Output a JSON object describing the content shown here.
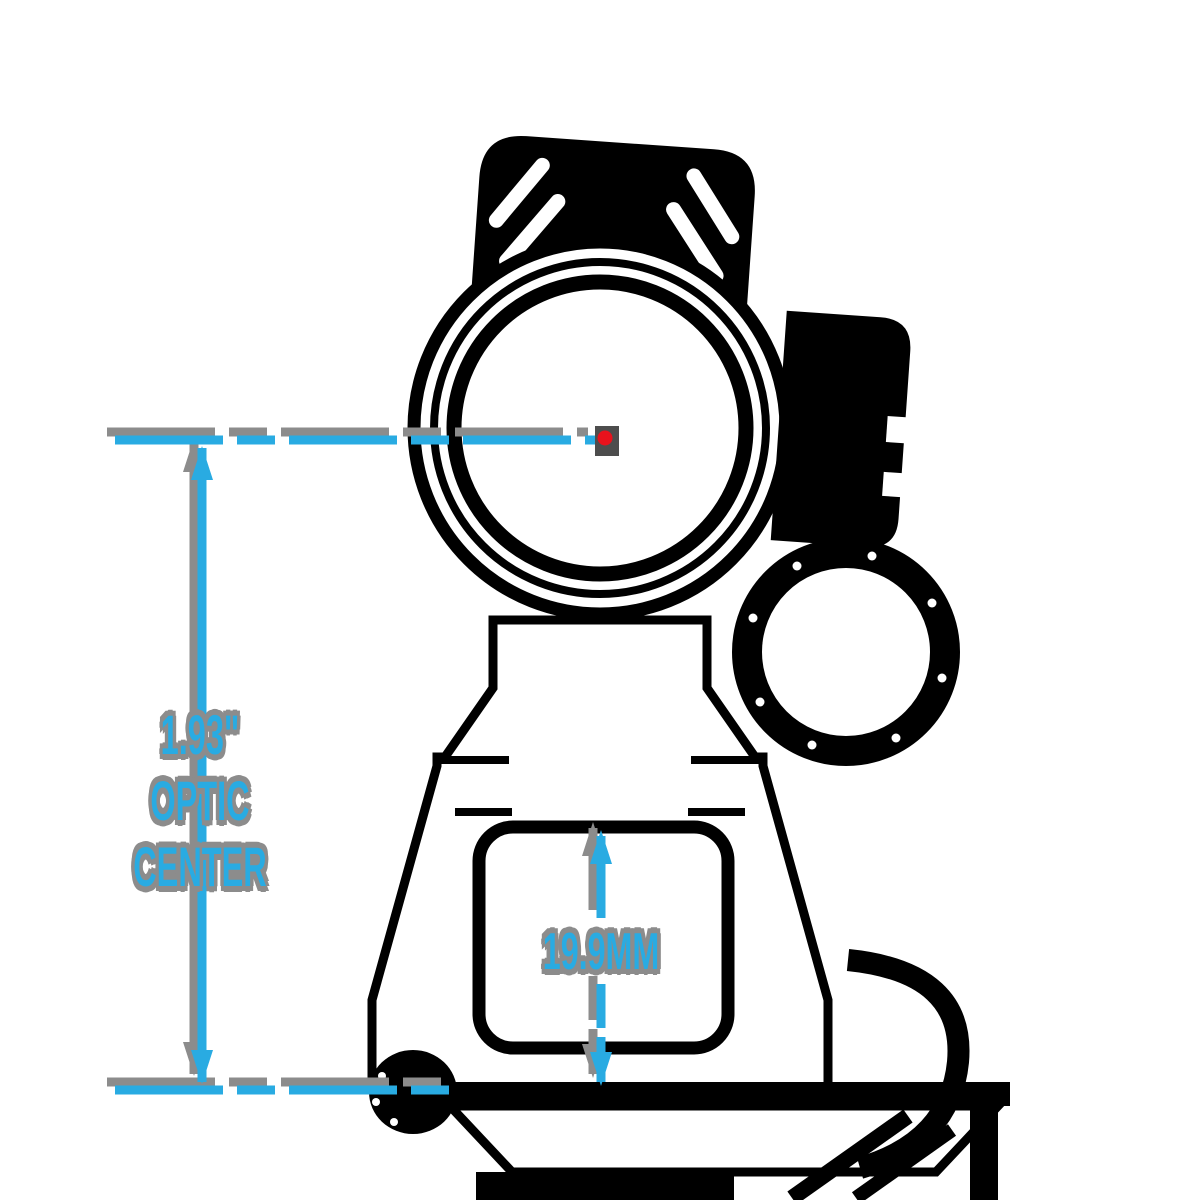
{
  "diagram": {
    "subject": "red dot sight on riser mount, front view line drawing",
    "labels": {
      "optic_center_value": "1.93\"",
      "optic_center_caption": "OPTIC CENTER",
      "rail_height_value": "19.9MM"
    },
    "colors": {
      "dimension": "#29ABE2",
      "dimension_shadow": "#8C8C8C",
      "red_dot": "#E8121C",
      "red_dot_backdrop": "#4D4D4D",
      "line_art": "#000000",
      "background": "#FFFFFF"
    }
  }
}
